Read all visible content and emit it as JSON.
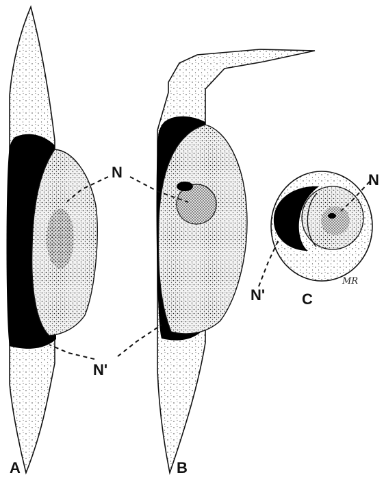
{
  "figure": {
    "panels": [
      {
        "id": "A",
        "label": "A"
      },
      {
        "id": "B",
        "label": "B"
      },
      {
        "id": "C",
        "label": "C"
      }
    ],
    "annotations": {
      "nucleus": "N",
      "nucleus_c": "N",
      "nucleus_prime": "N'",
      "nucleus_prime_c": "N'"
    },
    "signature": "MR"
  }
}
